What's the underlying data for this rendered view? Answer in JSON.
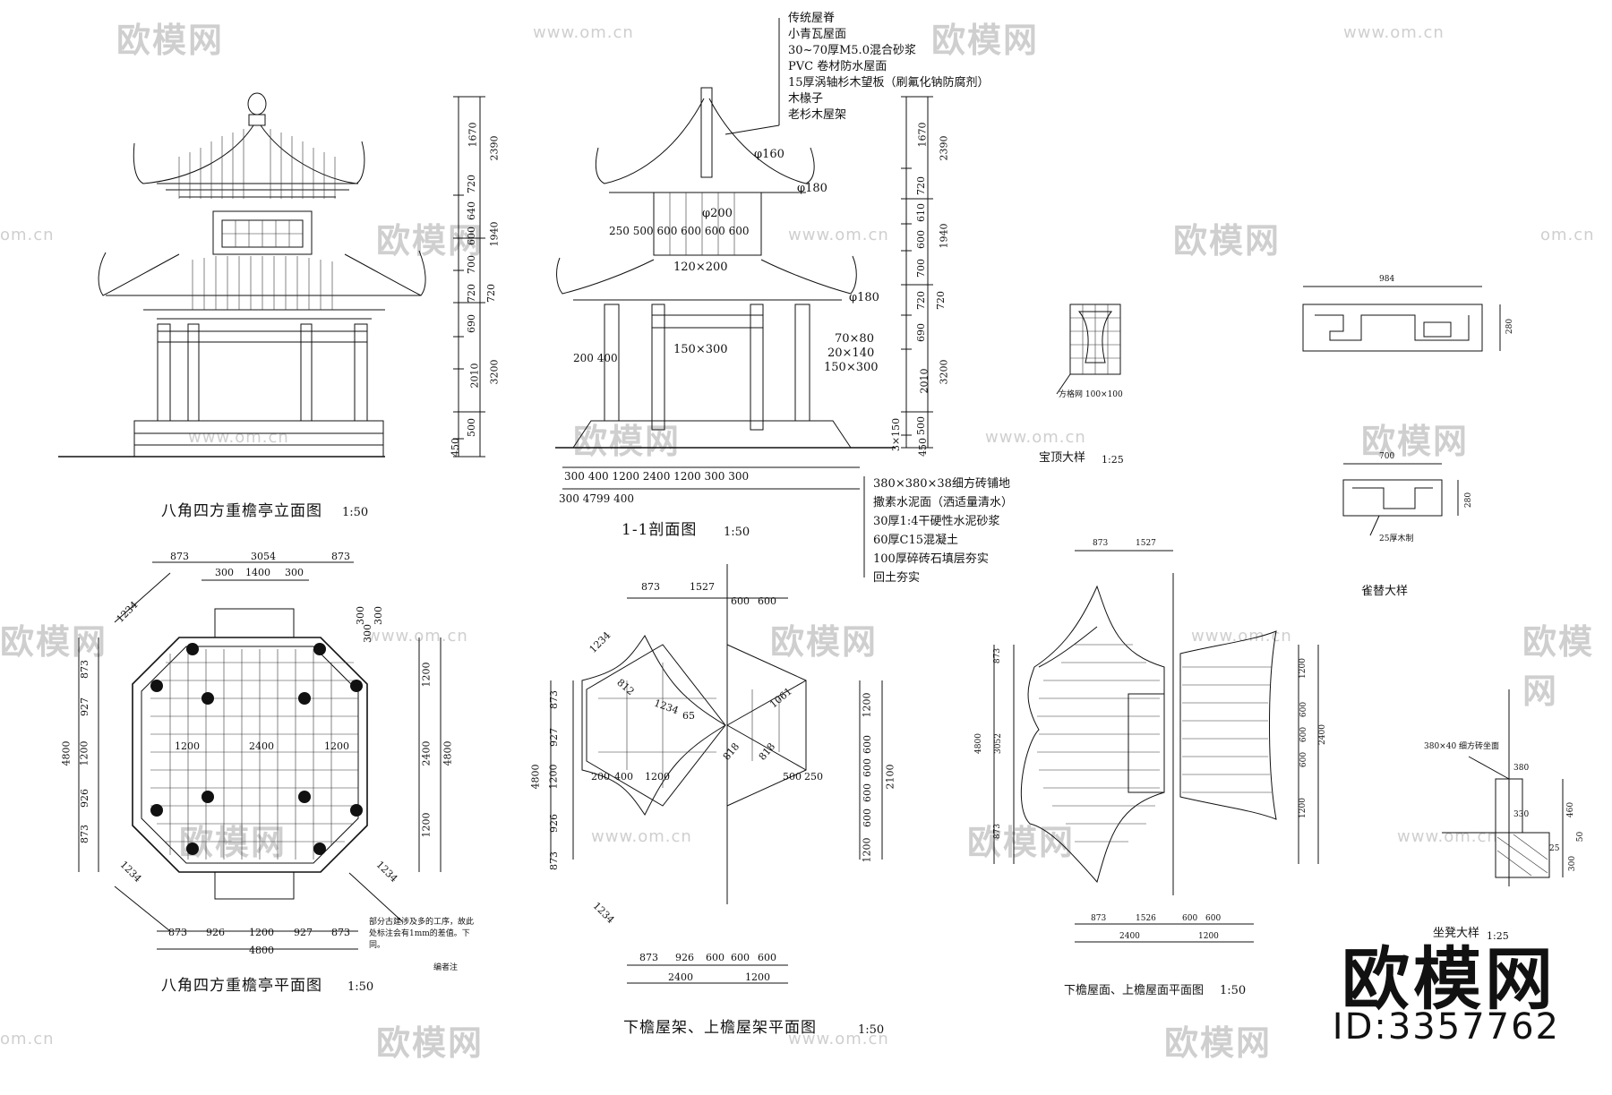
{
  "watermark": {
    "brand": "欧模网",
    "url": "www.om.cn",
    "url_short": "om.cn",
    "id": "ID:3357762"
  },
  "titles": {
    "elevation": "八角四方重檐亭立面图",
    "elevation_scale": "1:50",
    "section": "1-1剖面图",
    "section_scale": "1:50",
    "plan": "八角四方重檐亭平面图",
    "plan_scale": "1:50",
    "frame_plan": "下檐屋架、上檐屋架平面图",
    "frame_plan_scale": "1:50",
    "roof_plan": "下檐屋面、上檐屋面平面图",
    "roof_plan_scale": "1:50",
    "finial": "宝顶大样",
    "finial_scale": "1:25",
    "bracket": "雀替大样",
    "seat": "坐凳大样",
    "seat_scale": "1:25"
  },
  "roof_layers": [
    "传统屋脊",
    "小青瓦屋面",
    "30~70厚M5.0混合砂浆",
    "PVC 卷材防水屋面",
    "15厚涡轴杉木望板（刷氟化钠防腐剂）",
    "木椽子",
    "老杉木屋架"
  ],
  "floor_layers": [
    "380×380×38细方砖铺地",
    "撒素水泥面（洒适量清水）",
    "30厚1:4干硬性水泥砂浆",
    "60厚C15混凝土",
    "100厚碎砖石填层夯实",
    "回土夯实"
  ],
  "section_labels": {
    "phi160": "φ160",
    "phi180a": "φ180",
    "phi200": "φ200",
    "phi180b": "φ180",
    "beam1": "120×200",
    "beam2": "150×300",
    "m1": "70×80",
    "m2": "20×140",
    "m3": "150×300",
    "top_row": "250  500  600  600  600  600",
    "left_dims": "200  400",
    "bottom_row1": "300  400    1200          2400          1200    300  300",
    "bottom_row2": "300                     4799                      400",
    "side_a": "1670",
    "side_b": "2390",
    "side_c": "720",
    "side_d": "610",
    "side_e": "600",
    "side_f": "1940",
    "side_g": "700",
    "side_h": "720",
    "side_i": "720",
    "side_j": "690",
    "side_k": "2010",
    "side_l": "3200",
    "side_m": "500",
    "side_n": "3×150",
    "side_o": "450"
  },
  "elevation_dims": {
    "a": "1670",
    "b": "2390",
    "c": "720",
    "d": "640",
    "e": "600",
    "f": "1940",
    "g": "700",
    "h": "720",
    "i": "720",
    "j": "690",
    "k": "2010",
    "l": "3200",
    "m": "500",
    "n": "450"
  },
  "plan_dims": {
    "top": [
      "873",
      "3054",
      "873"
    ],
    "top2": [
      "300",
      "1400",
      "300"
    ],
    "diag": "1234",
    "grid_mid": [
      "1200",
      "2400",
      "1200"
    ],
    "left": [
      "873",
      "927",
      "1200",
      "926",
      "873"
    ],
    "left_total": "4800",
    "right": [
      "1200",
      "2400",
      "1200"
    ],
    "right_total": "4800",
    "right_top": [
      "300",
      "300",
      "300"
    ],
    "bottom": [
      "873",
      "926",
      "1200",
      "927",
      "873"
    ],
    "bottom_total": "4800",
    "note": "部分古建涉及多的工序，故此处标注会有1mm的差值。下同。",
    "note_tag": "编者注"
  },
  "frame_dims": {
    "top": [
      "873",
      "1527",
      "600",
      "600"
    ],
    "diag1": "1234",
    "d812": "812",
    "d1234": "1234",
    "d65": "65",
    "d1061": "1061",
    "d818a": "818",
    "d818b": "818",
    "left": [
      "873",
      "927",
      "1200",
      "926",
      "873"
    ],
    "left_total": "4800",
    "mid": [
      "200",
      "400",
      "1200"
    ],
    "mid_r": [
      "500",
      "250"
    ],
    "right": [
      "1200",
      "600",
      "600",
      "600",
      "600",
      "1200"
    ],
    "right_total": "2100",
    "bottom": [
      "873",
      "926",
      "600",
      "600",
      "600"
    ],
    "bottom_total": [
      "2400",
      "1200"
    ],
    "diag2": "1234"
  },
  "roof_dims": {
    "top": [
      "873",
      "1527"
    ],
    "left": [
      "873",
      "3052",
      "873"
    ],
    "left_total": "4800",
    "right": [
      "1200",
      "600",
      "600",
      "600",
      "1200"
    ],
    "right_total": "2400",
    "bottom": [
      "873",
      "1526",
      "600",
      "600"
    ],
    "bottom_total": [
      "2400",
      "1200"
    ]
  },
  "details": {
    "finial_label": "方格网 100×100",
    "bracket_w1": "984",
    "bracket_h1": "280",
    "bracket_w2": "700",
    "bracket_h2": "280",
    "bracket_note": "25厚木制",
    "seat_label": "380×40 细方砖坐面",
    "seat_dims": [
      "380",
      "460",
      "50",
      "330",
      "25",
      "300"
    ]
  }
}
